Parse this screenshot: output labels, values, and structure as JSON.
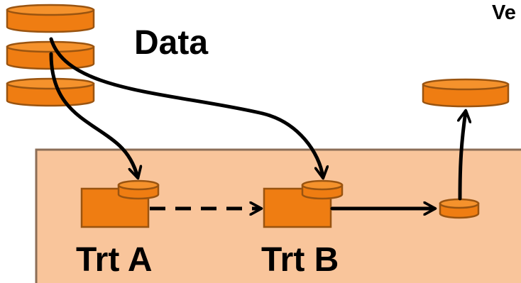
{
  "labels": {
    "data": "Data",
    "trt_a": "Trt A",
    "trt_b": "Trt B",
    "top_right_partial": "Ve"
  },
  "colors": {
    "container_fill": "#f9c59b",
    "container_stroke": "#8c6e57",
    "orange": "#ef7d12",
    "orange_dark": "#9a5410",
    "orange_top": "#f5922c",
    "arrow": "#000000"
  },
  "icons": [
    "database-stack-icon",
    "database-icon",
    "module-icon"
  ]
}
